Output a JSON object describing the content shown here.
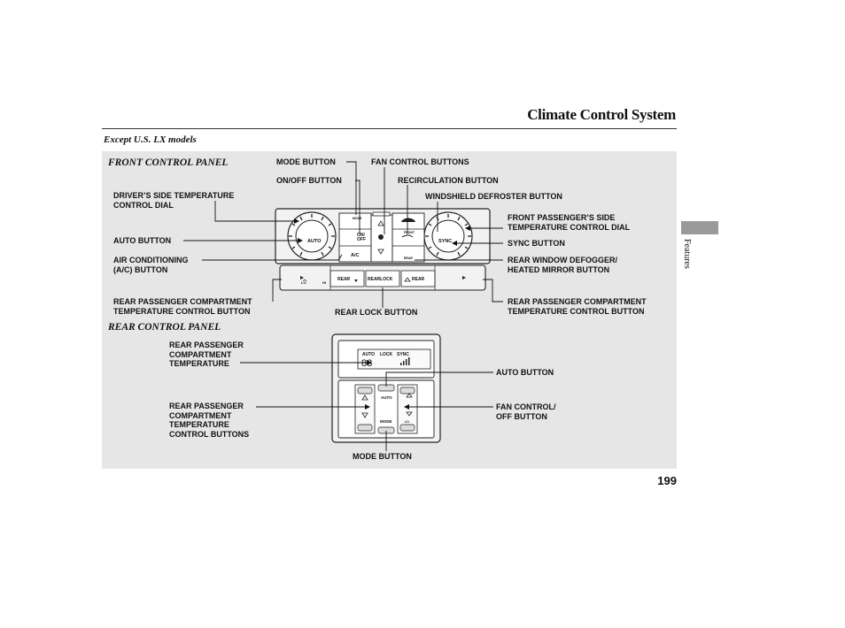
{
  "header": {
    "title": "Climate Control System",
    "subtitle": "Except U.S. LX models"
  },
  "sidebar": {
    "label": "Features"
  },
  "page_number": "199",
  "front_panel": {
    "heading": "FRONT CONTROL PANEL",
    "labels": {
      "mode_button": "MODE BUTTON",
      "fan_control_buttons": "FAN CONTROL BUTTONS",
      "on_off_button": "ON/OFF BUTTON",
      "recirculation_button": "RECIRCULATION BUTTON",
      "windshield_defroster_button": "WINDSHIELD DEFROSTER BUTTON",
      "driver_temp_dial": "DRIVER’S SIDE TEMPERATURE\nCONTROL DIAL",
      "passenger_temp_dial": "FRONT PASSENGER’S SIDE\nTEMPERATURE CONTROL DIAL",
      "auto_button": "AUTO BUTTON",
      "sync_button": "SYNC BUTTON",
      "ac_button": "AIR CONDITIONING\n(A/C) BUTTON",
      "rear_defogger_button": "REAR WINDOW DEFOGGER/\nHEATED MIRROR BUTTON",
      "rear_temp_left": "REAR PASSENGER COMPARTMENT\nTEMPERATURE CONTROL BUTTON",
      "rear_temp_right": "REAR PASSENGER COMPARTMENT\nTEMPERATURE CONTROL BUTTON",
      "rear_lock_button": "REAR LOCK BUTTON"
    },
    "device_text": {
      "mode": "MODE",
      "on": "ON/",
      "off": "OFF",
      "auto": "AUTO",
      "ac": "A/C",
      "sync": "SYNC",
      "front": "FRONT",
      "rear": "REAR",
      "rear_btn_left": "REAR",
      "rear_btn_right": "REAR",
      "rear_lock": "REARLOCK",
      "lo": "LO",
      "hi": "HI"
    }
  },
  "rear_panel": {
    "heading": "REAR CONTROL PANEL",
    "labels": {
      "compartment_temp": "REAR PASSENGER\nCOMPARTMENT\nTEMPERATURE",
      "auto_button": "AUTO BUTTON",
      "temp_buttons": "REAR PASSENGER\nCOMPARTMENT\nTEMPERATURE\nCONTROL BUTTONS",
      "fan_control": "FAN CONTROL/\nOFF BUTTON",
      "mode_button": "MODE BUTTON"
    },
    "device_text": {
      "auto": "AUTO",
      "lock": "LOCK",
      "sync": "SYNC",
      "temp": "88",
      "btn_auto": "AUTO",
      "btn_mode": "MODE",
      "btn_lo": "LO"
    }
  }
}
